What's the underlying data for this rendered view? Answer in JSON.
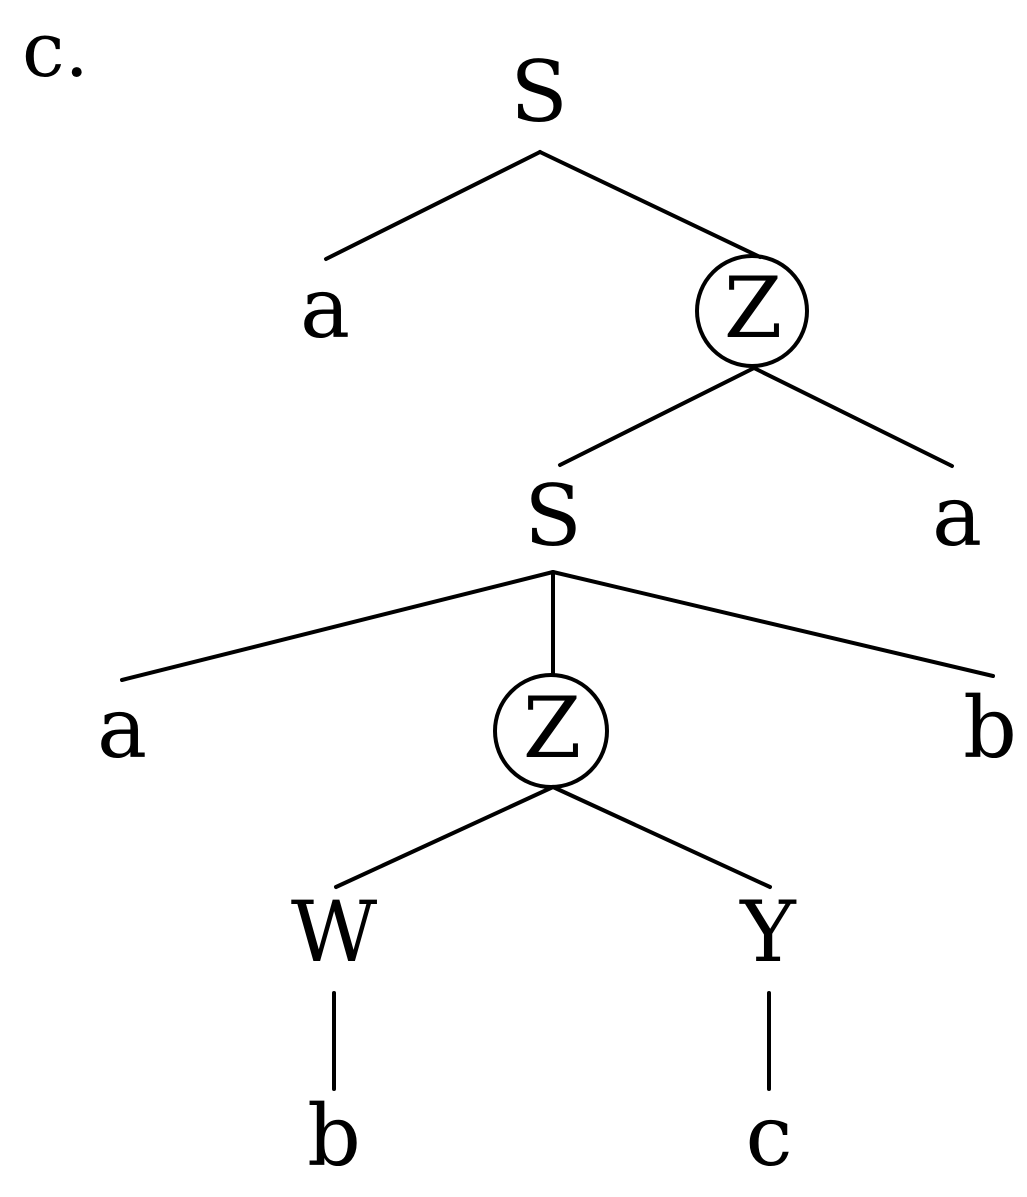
{
  "panel_label": "c.",
  "nodes": {
    "root_s": "S",
    "leaf_a_1": "a",
    "z_circled_1": "Z",
    "inner_s": "S",
    "leaf_a_2": "a",
    "leaf_a_3": "a",
    "z_circled_2": "Z",
    "leaf_b_1": "b",
    "w_node": "W",
    "y_node": "Y",
    "leaf_b_2": "b",
    "leaf_c": "c"
  }
}
